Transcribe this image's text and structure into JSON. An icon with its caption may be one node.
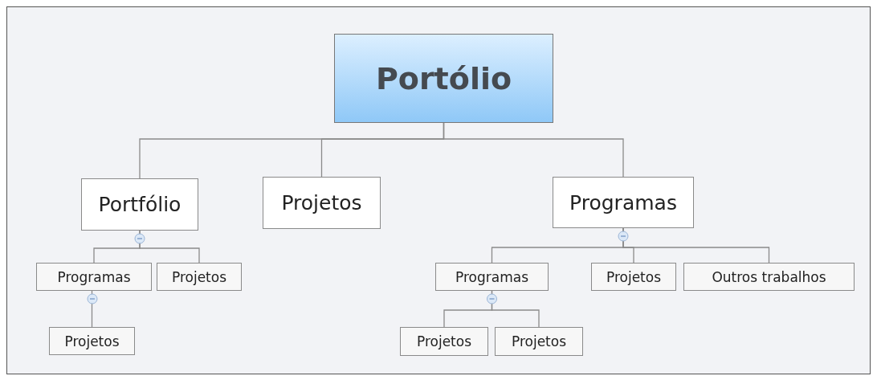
{
  "diagram": {
    "nodes": [
      {
        "text": [
          "Portólio"
        ]
      },
      {
        "text": [
          "Portfólio"
        ]
      },
      {
        "text": [
          "Projetos"
        ]
      },
      {
        "text": [
          "Programas"
        ]
      },
      {
        "text": [
          "Programas"
        ]
      },
      {
        "text": [
          "Projetos"
        ]
      },
      {
        "text": [
          "Projetos"
        ]
      },
      {
        "text": [
          "Programas"
        ]
      },
      {
        "text": [
          "Projetos"
        ]
      },
      {
        "text": [
          "Outros trabalhos"
        ]
      },
      {
        "text": [
          "Projetos"
        ]
      },
      {
        "text": [
          "Projetos"
        ]
      }
    ],
    "edges": [
      {
        "from": 0,
        "to": 1,
        "arrow": "none"
      },
      {
        "from": 0,
        "to": 2,
        "arrow": "none"
      },
      {
        "from": 0,
        "to": 3,
        "arrow": "none"
      },
      {
        "from": 1,
        "to": 4,
        "arrow": "none"
      },
      {
        "from": 1,
        "to": 5,
        "arrow": "none"
      },
      {
        "from": 4,
        "to": 6,
        "arrow": "none"
      },
      {
        "from": 3,
        "to": 7,
        "arrow": "none"
      },
      {
        "from": 3,
        "to": 8,
        "arrow": "none"
      },
      {
        "from": 3,
        "to": 9,
        "arrow": "none"
      },
      {
        "from": 7,
        "to": 10,
        "arrow": "none"
      },
      {
        "from": 7,
        "to": 11,
        "arrow": "none"
      }
    ]
  }
}
